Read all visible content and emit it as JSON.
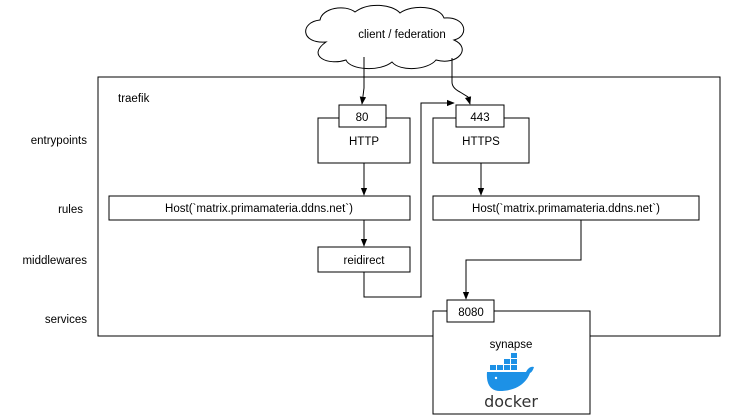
{
  "client": {
    "label": "client / federation"
  },
  "traefik": {
    "label": "traefik"
  },
  "layers": {
    "entrypoints": "entrypoints",
    "rules": "rules",
    "middlewares": "middlewares",
    "services": "services"
  },
  "entrypoints": {
    "http": {
      "port": "80",
      "name": "HTTP"
    },
    "https": {
      "port": "443",
      "name": "HTTPS"
    }
  },
  "rules": {
    "http": "Host(`matrix.primamateria.ddns.net`)",
    "https": "Host(`matrix.primamateria.ddns.net`)"
  },
  "middleware": {
    "label": "reidirect"
  },
  "service": {
    "port": "8080",
    "name": "synapse",
    "logo_text": "docker",
    "logo_icon": "docker-whale-icon",
    "logo_color": "#1d91e6"
  }
}
